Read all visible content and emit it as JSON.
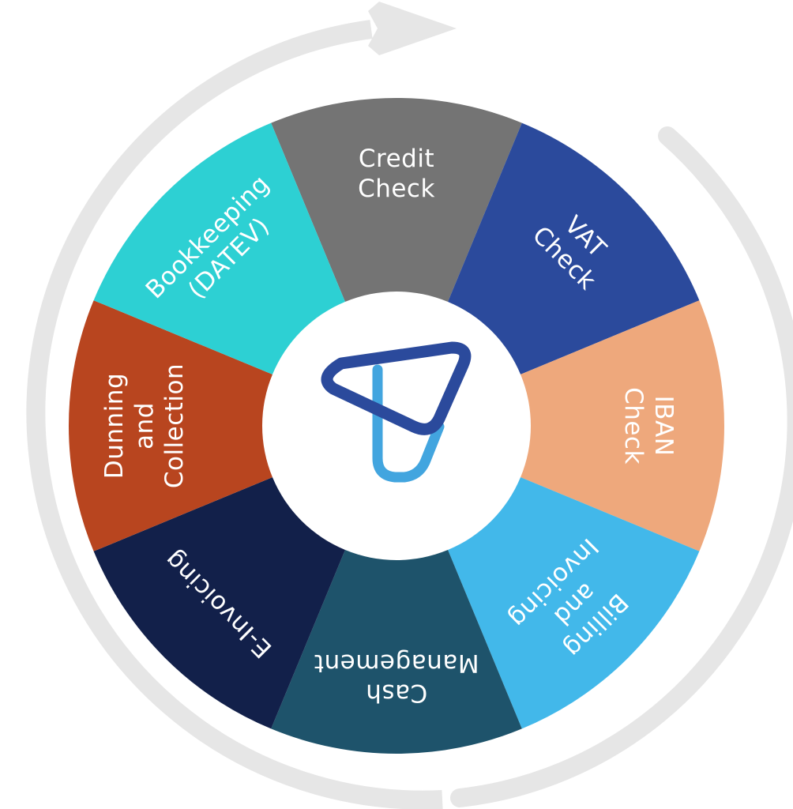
{
  "segments": [
    {
      "id": "credit-check",
      "lines": [
        "Credit",
        "Check"
      ],
      "color": "#747474"
    },
    {
      "id": "vat-check",
      "lines": [
        "VAT",
        "Check"
      ],
      "color": "#2b4a9c"
    },
    {
      "id": "iban-check",
      "lines": [
        "IBAN",
        "Check"
      ],
      "color": "#eea87c"
    },
    {
      "id": "billing-and-invoicing",
      "lines": [
        "Billing",
        "and",
        "Invoicing"
      ],
      "color": "#42b8ea"
    },
    {
      "id": "cash-management",
      "lines": [
        "Cash",
        "Management"
      ],
      "color": "#1e536b"
    },
    {
      "id": "e-invoicing",
      "lines": [
        "E-Invoicing"
      ],
      "color": "#12204a"
    },
    {
      "id": "dunning-and-collection",
      "lines": [
        "Dunning",
        "and",
        "Collection"
      ],
      "color": "#b8451f"
    },
    {
      "id": "bookkeeping-datev",
      "lines": [
        "Bookkeeping",
        "(DATEV)"
      ],
      "color": "#2dd0d3"
    }
  ],
  "colors": {
    "arrow": "#e6e6e6",
    "hub": "#ffffff",
    "logo_dark": "#2b4a9c",
    "logo_light": "#42a5df"
  }
}
